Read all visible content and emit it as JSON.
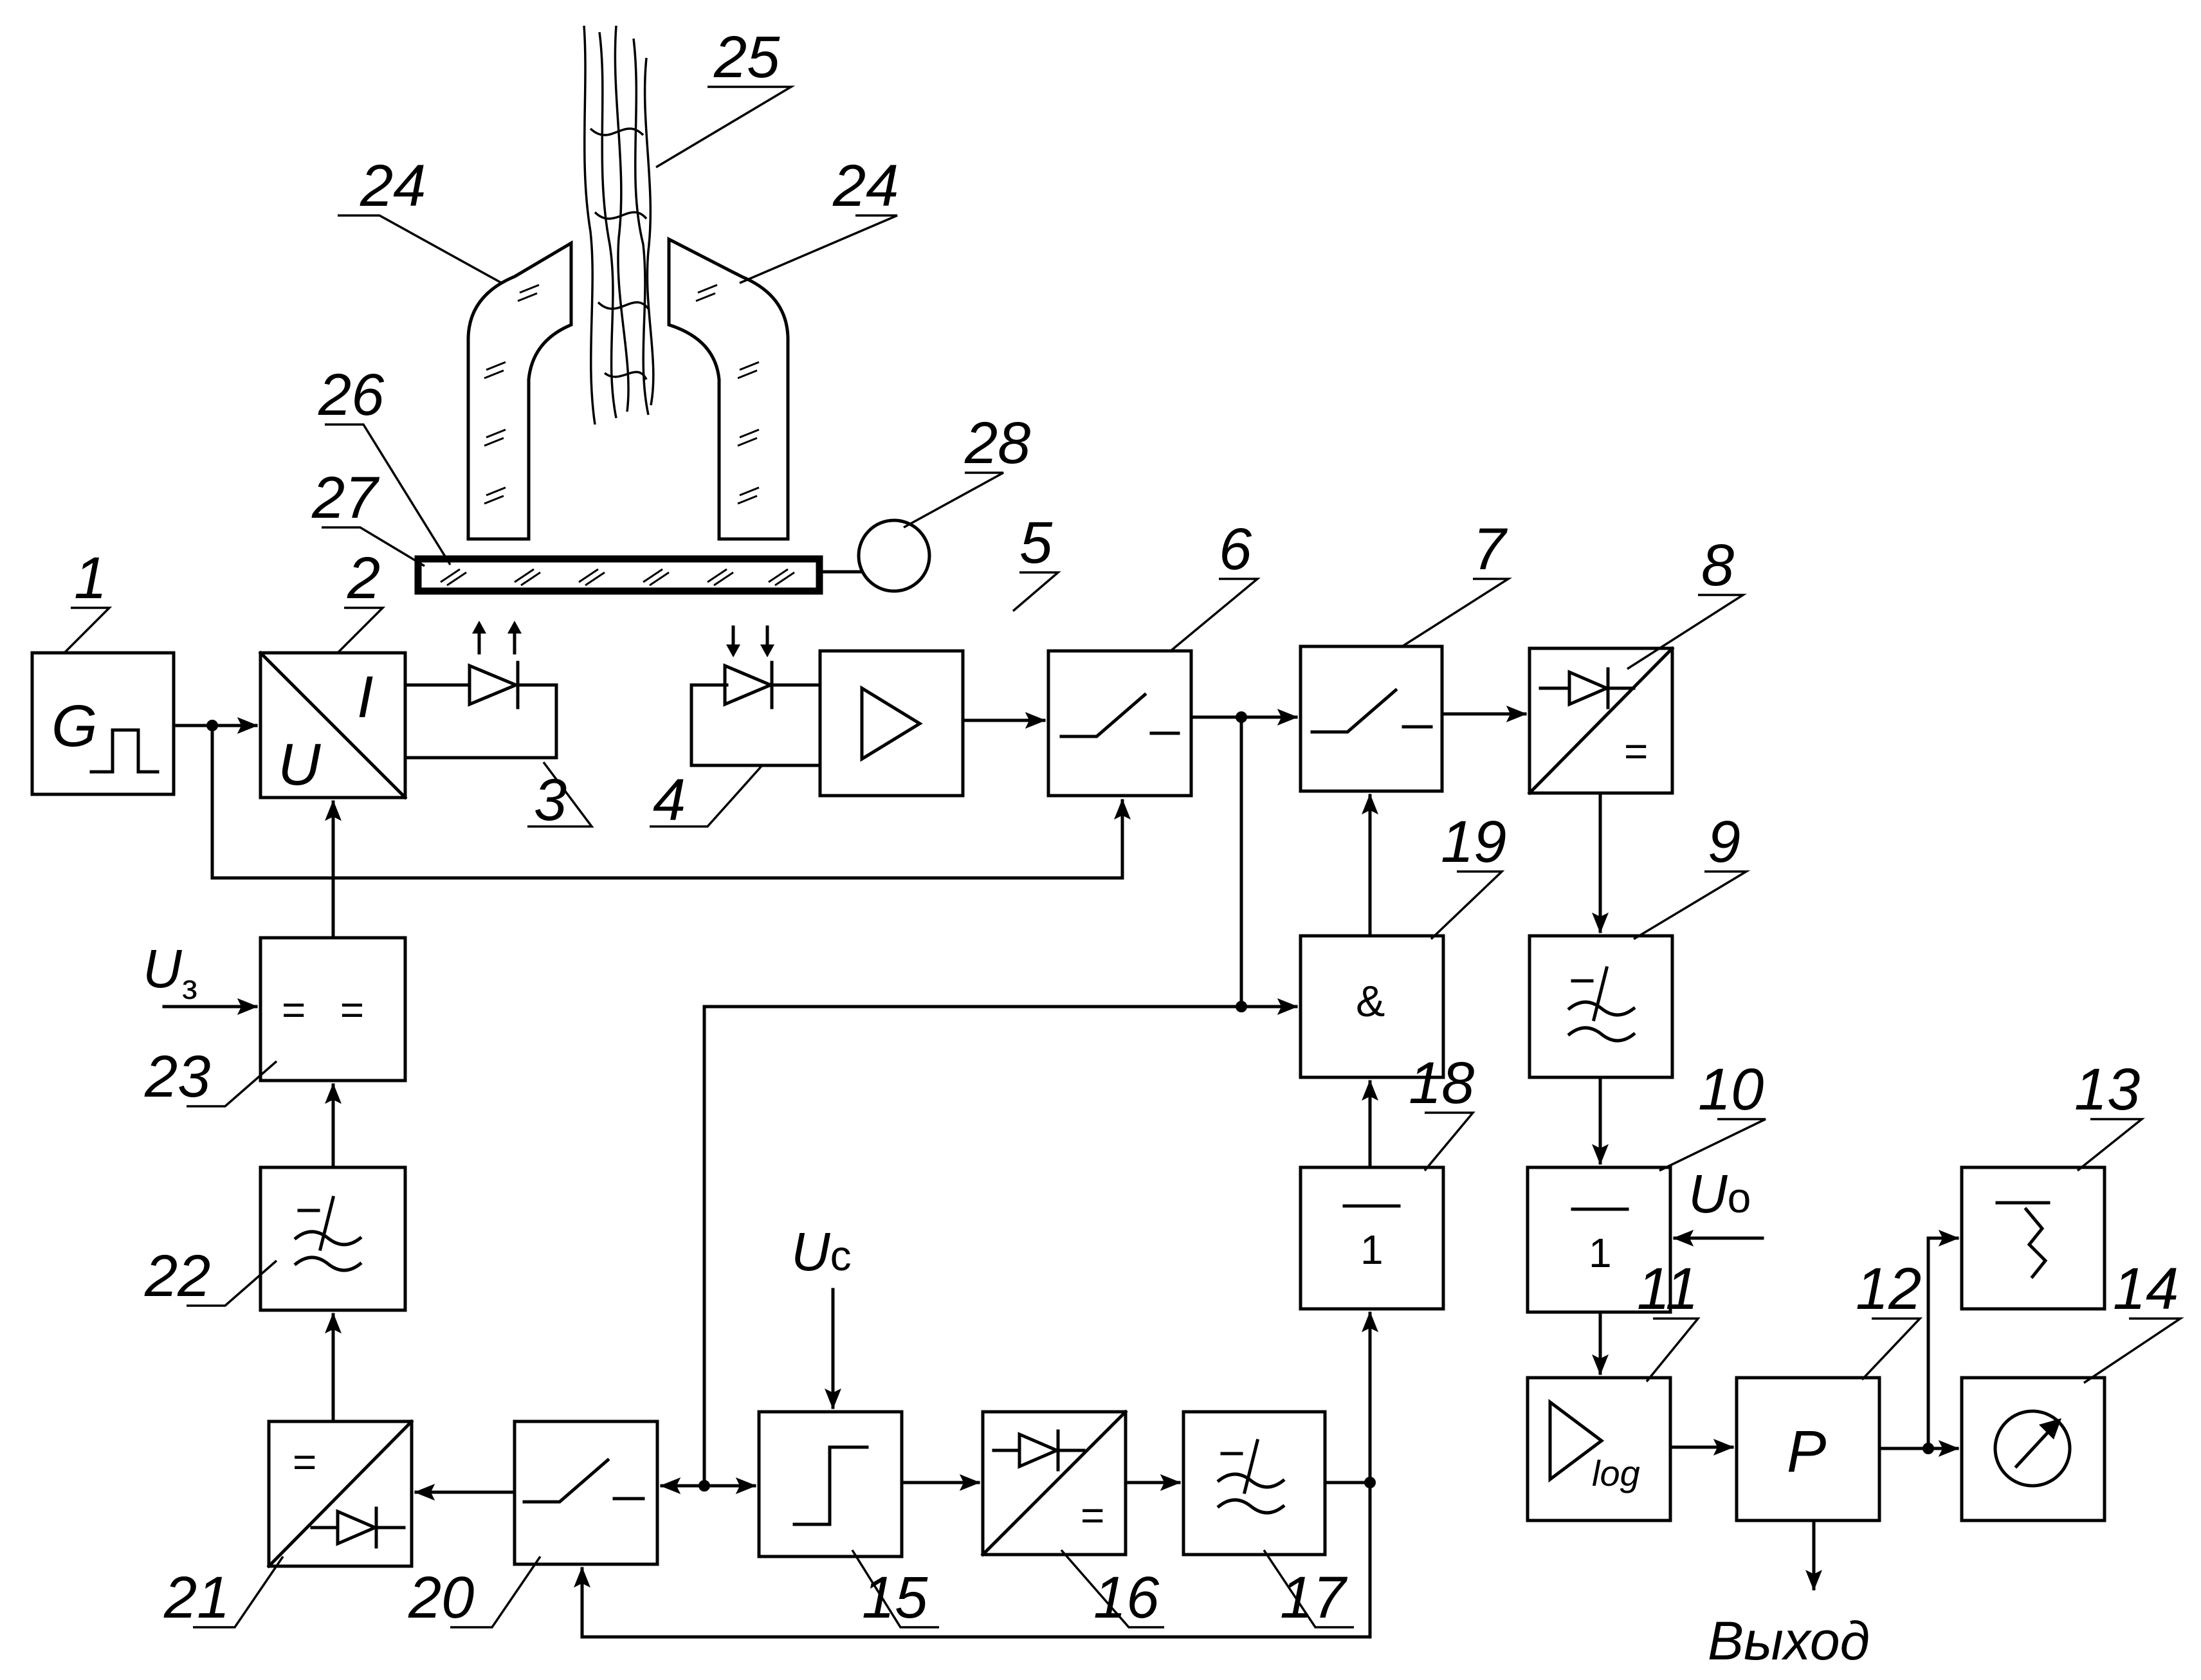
{
  "numbers": {
    "n1": "1",
    "n2": "2",
    "n3": "3",
    "n4": "4",
    "n5": "5",
    "n6": "6",
    "n7": "7",
    "n8": "8",
    "n9": "9",
    "n10": "10",
    "n11": "11",
    "n12": "12",
    "n13": "13",
    "n14": "14",
    "n15": "15",
    "n16": "16",
    "n17": "17",
    "n18": "18",
    "n19": "19",
    "n20": "20",
    "n21": "21",
    "n22": "22",
    "n23": "23",
    "n24a": "24",
    "n24b": "24",
    "n25": "25",
    "n26": "26",
    "n27": "27",
    "n28": "28"
  },
  "block_glyphs": {
    "b1_G": "G",
    "b2_U": "U",
    "b2_I": "I",
    "b8_eq": "=",
    "b10_one": "1",
    "b11_log": "log",
    "b12_P": "P",
    "b18_one": "1",
    "b19_and": "&",
    "b16_eq": "=",
    "b21_eq": "=",
    "b23_eq": "=   ="
  },
  "signals": {
    "u3_main": "U",
    "u3_sub": "з",
    "uc_main": "U",
    "uc_sub": "c",
    "uo_main": "U",
    "uo_sub": "o",
    "output": "Выход"
  }
}
